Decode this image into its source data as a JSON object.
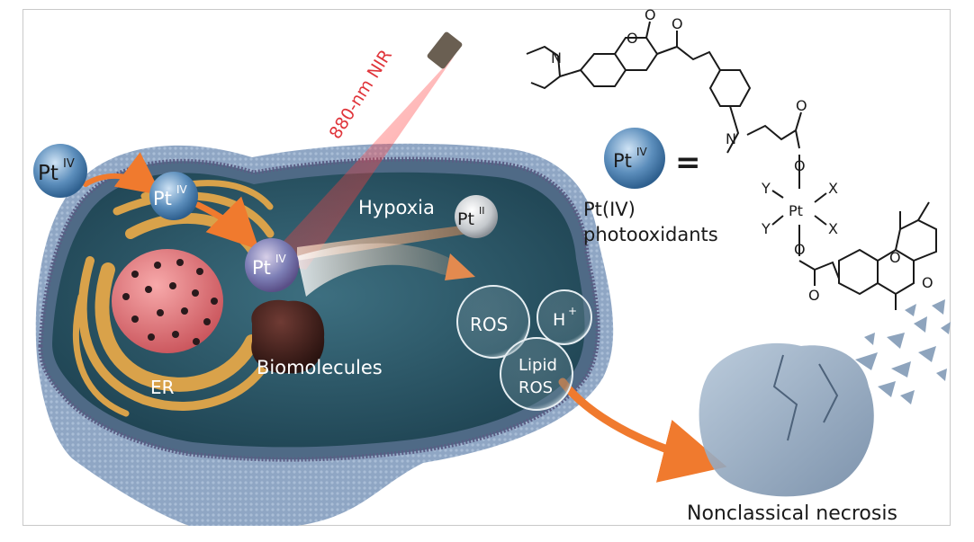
{
  "labels": {
    "pt_iv_outside": "Pt",
    "pt_iv_membrane": "Pt",
    "pt_iv_inner": "Pt",
    "pt_ii": "Pt",
    "sup_iv": "IV",
    "sup_ii": "II",
    "nir": "880-nm NIR",
    "hypoxia": "Hypoxia",
    "er": "ER",
    "biomolecules": "Biomolecules",
    "ros": "ROS",
    "h_plus": "H",
    "h_plus_sup": "+",
    "lipid": "Lipid",
    "lipid_ros": "ROS",
    "necrosis": "Nonclassical necrosis"
  },
  "legend": {
    "pt_symbol": "Pt",
    "pt_sup": "IV",
    "equals": "=",
    "line1": "Pt(IV)",
    "line2": "photooxidants"
  },
  "structure": {
    "o1": "O",
    "o2": "O",
    "o3": "O",
    "n1": "N",
    "n2": "N",
    "o4": "O",
    "o5": "O",
    "pt": "Pt",
    "y1": "Y",
    "y2": "Y",
    "x1": "X",
    "x2": "X",
    "o6": "O",
    "o7": "O",
    "o8": "O",
    "o9": "O"
  },
  "colors": {
    "cell_membrane": "#8fa6c4",
    "cytoplasm": "#2f5a6b",
    "er": "#d9a24a",
    "nucleus": "#e4767a",
    "arrow": "#f07a2e",
    "laser": "#e0353b",
    "debris": "#8ea4bd"
  }
}
